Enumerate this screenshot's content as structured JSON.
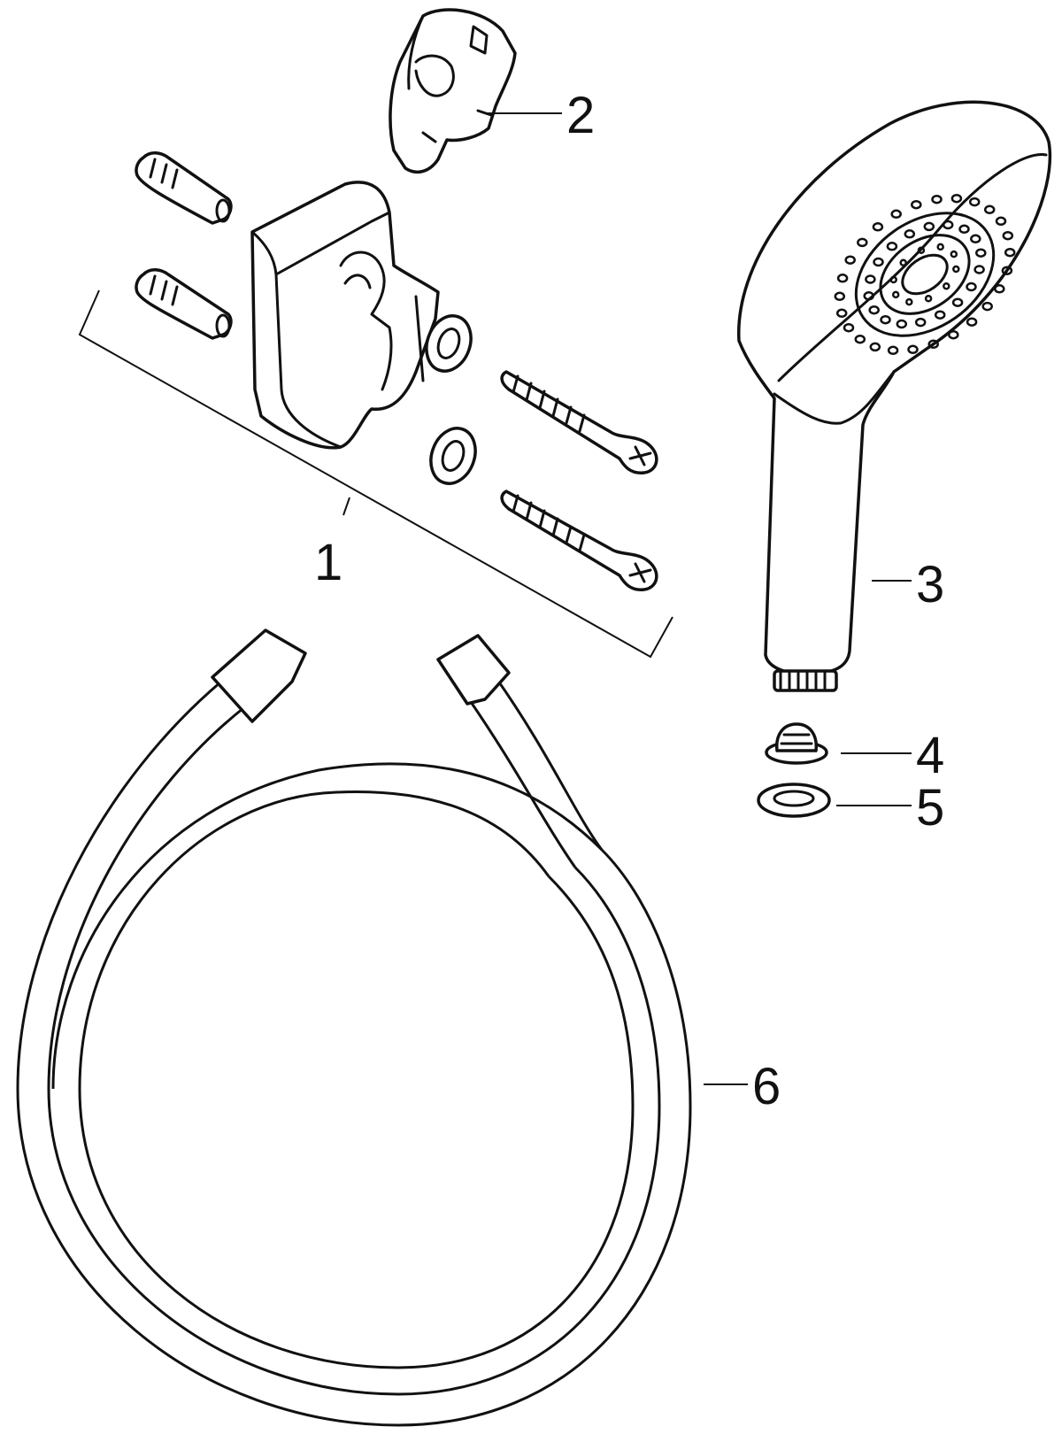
{
  "callouts": [
    {
      "id": "1",
      "label": "1",
      "part": "wall-bracket-set"
    },
    {
      "id": "2",
      "label": "2",
      "part": "holder-clip"
    },
    {
      "id": "3",
      "label": "3",
      "part": "hand-shower"
    },
    {
      "id": "4",
      "label": "4",
      "part": "filter-strainer"
    },
    {
      "id": "5",
      "label": "5",
      "part": "seal-washer"
    },
    {
      "id": "6",
      "label": "6",
      "part": "shower-hose"
    }
  ],
  "colors": {
    "line": "#111111",
    "background": "#ffffff"
  }
}
